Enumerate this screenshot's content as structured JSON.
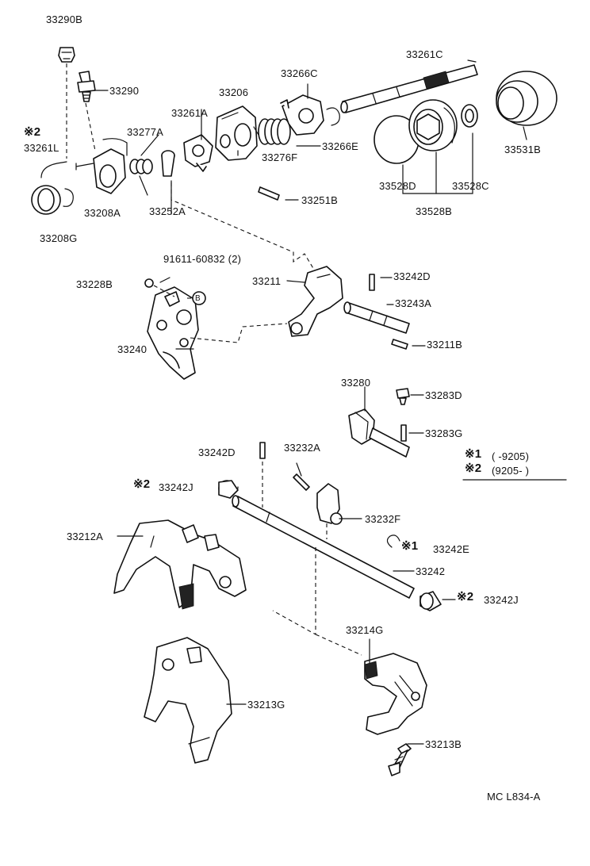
{
  "labels": {
    "p33290B": "33290B",
    "p33290": "33290",
    "star2_left": "※2",
    "p33261L": "33261L",
    "p33277A": "33277A",
    "p33261A": "33261A",
    "p33206": "33206",
    "p33266C": "33266C",
    "p33261C": "33261C",
    "p33276F": "33276F",
    "p33266E": "33266E",
    "p33531B": "33531B",
    "p33208A": "33208A",
    "p33252A": "33252A",
    "p33251B": "33251B",
    "p33208G": "33208G",
    "p33528D": "33528D",
    "p33528C": "33528C",
    "p33528B": "33528B",
    "p91611": "91611-60832 (2)",
    "p33228B": "33228B",
    "p33211": "33211",
    "p33242D_top": "33242D",
    "p33243A": "33243A",
    "p33240": "33240",
    "p33211B": "33211B",
    "p33280": "33280",
    "p33283D": "33283D",
    "p33283G": "33283G",
    "p33242D_mid": "33242D",
    "p33232A": "33232A",
    "star2_j1": "※2",
    "p33242J_1": "33242J",
    "p33232F": "33232F",
    "p33212A": "33212A",
    "star1_e": "※1",
    "p33242E": "33242E",
    "p33242": "33242",
    "star2_j2": "※2",
    "p33242J_2": "33242J",
    "p33214G": "33214G",
    "p33213G": "33213G",
    "p33213B": "33213B",
    "footer_code": "MC  L834-A",
    "bolt_mark": "B"
  },
  "legend": {
    "row1_mark": "※1",
    "row1_text": "(        -9205)",
    "row2_mark": "※2",
    "row2_text": "(9205-           )"
  }
}
